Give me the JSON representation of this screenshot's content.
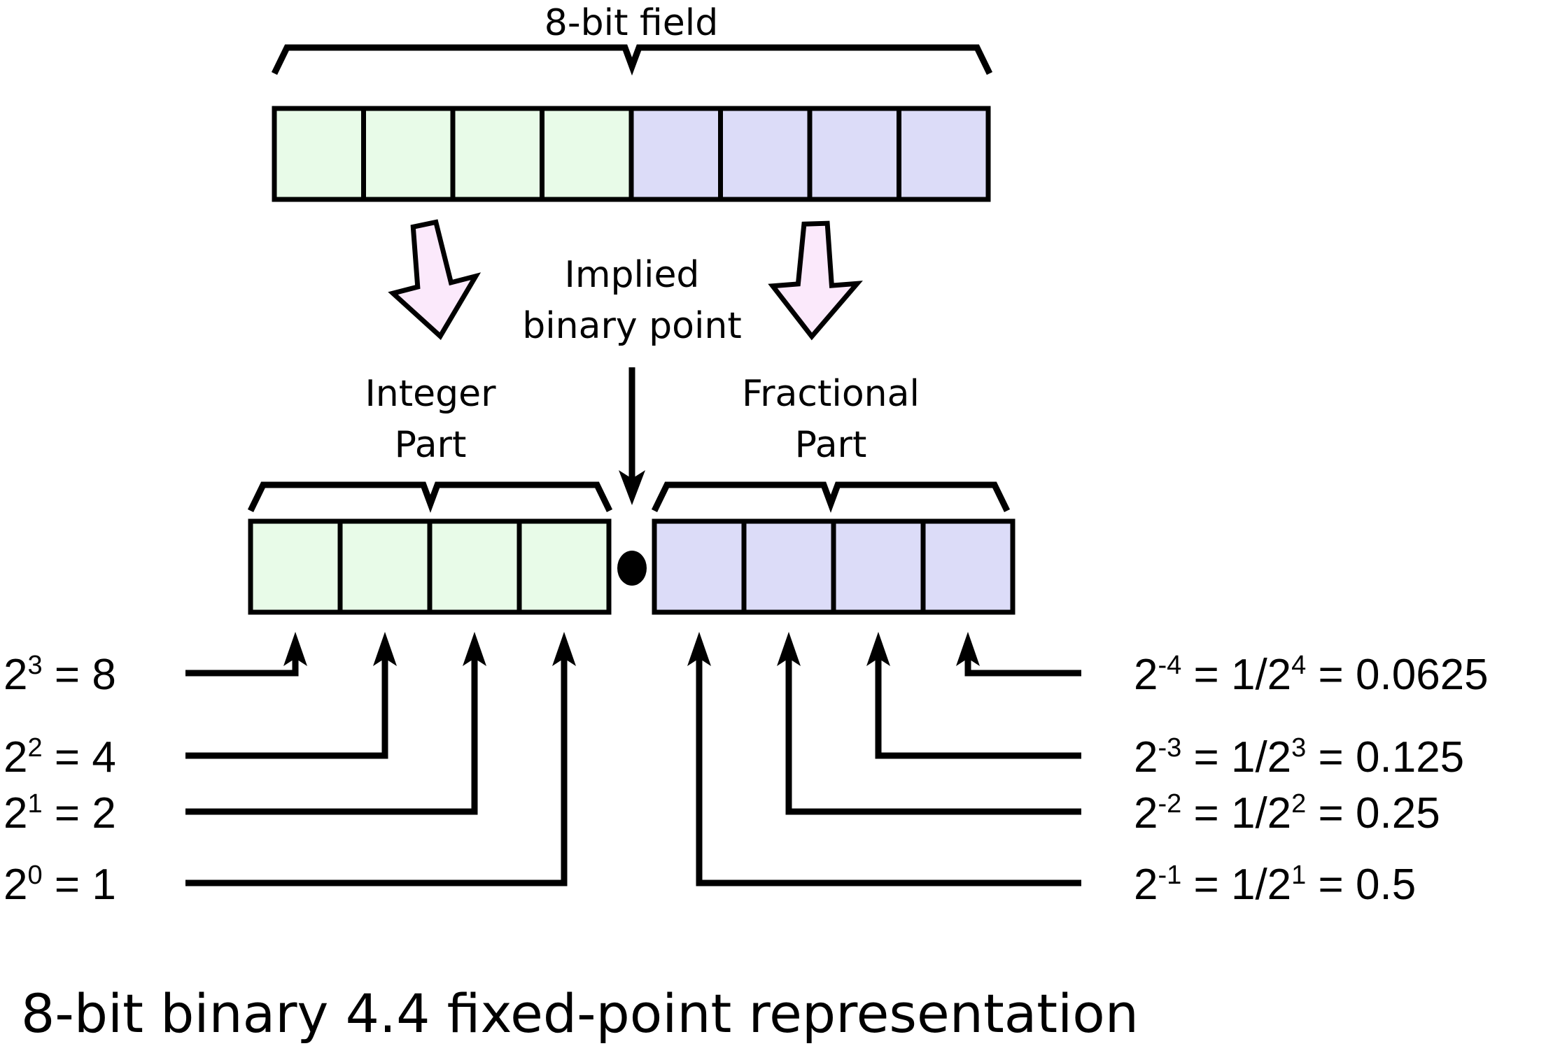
{
  "figure": {
    "top_label": "8-bit field",
    "implied_point_label_line1": "Implied",
    "implied_point_label_line2": "binary point",
    "integer_part_line1": "Integer",
    "integer_part_line2": "Part",
    "fractional_part_line1": "Fractional",
    "fractional_part_line2": "Part",
    "caption": "8-bit binary 4.4 fixed-point representation",
    "binary_point_glyph": "●"
  },
  "colors": {
    "integer_bit_fill": "#e8fbe8",
    "fractional_bit_fill": "#dcdcf8",
    "arrow_fill": "#fbe9fb",
    "stroke": "#000000",
    "background": "#ffffff"
  },
  "bit_field": {
    "total_bits": 8,
    "integer_bits": 4,
    "fractional_bits": 4
  },
  "integer_weights": [
    {
      "base": "2",
      "exponent": "3",
      "equals": "=",
      "value": "8"
    },
    {
      "base": "2",
      "exponent": "2",
      "equals": "=",
      "value": "4"
    },
    {
      "base": "2",
      "exponent": "1",
      "equals": "=",
      "value": "2"
    },
    {
      "base": "2",
      "exponent": "0",
      "equals": "=",
      "value": "1"
    }
  ],
  "fractional_weights": [
    {
      "base": "2",
      "exponent": "-4",
      "eq1": "=",
      "frac_num": "1/2",
      "frac_exp": "4",
      "eq2": "=",
      "value": "0.0625"
    },
    {
      "base": "2",
      "exponent": "-3",
      "eq1": "=",
      "frac_num": "1/2",
      "frac_exp": "3",
      "eq2": "=",
      "value": "0.125"
    },
    {
      "base": "2",
      "exponent": "-2",
      "eq1": "=",
      "frac_num": "1/2",
      "frac_exp": "2",
      "eq2": "=",
      "value": "0.25"
    },
    {
      "base": "2",
      "exponent": "-1",
      "eq1": "=",
      "frac_num": "1/2",
      "frac_exp": "1",
      "eq2": "=",
      "value": "0.5"
    }
  ],
  "chart_data": {
    "type": "diagram",
    "title": "8-bit binary 4.4 fixed-point representation",
    "description": "An 8-bit field split into a 4-bit integer part and a 4-bit fractional part separated by an implied binary point.",
    "integer_bit_weights": [
      8,
      4,
      2,
      1
    ],
    "integer_bit_weight_labels": [
      "2^3 = 8",
      "2^2 = 4",
      "2^1 = 2",
      "2^0 = 1"
    ],
    "fractional_bit_weights": [
      0.5,
      0.25,
      0.125,
      0.0625
    ],
    "fractional_bit_weight_labels": [
      "2^-1 = 1/2^1 = 0.5",
      "2^-2 = 1/2^2 = 0.25",
      "2^-3 = 1/2^3 = 0.125",
      "2^-4 = 1/2^4 = 0.0625"
    ]
  }
}
